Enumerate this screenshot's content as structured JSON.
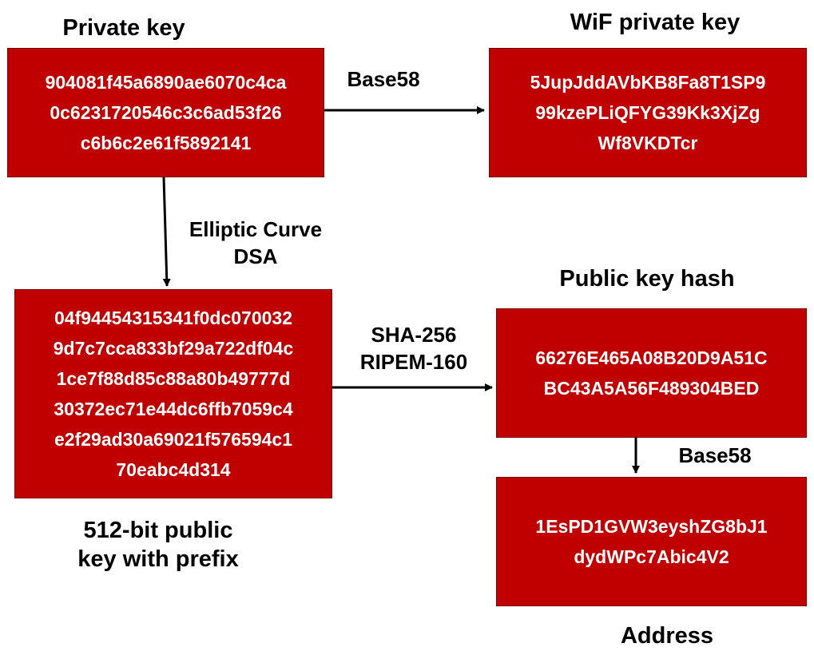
{
  "nodes": {
    "private_key": {
      "title": "Private key",
      "lines": [
        "904081f45a6890ae6070c4ca",
        "0c6231720546c3c6ad53f26",
        "c6b6c2e61f5892141"
      ]
    },
    "wif_private_key": {
      "title": "WiF private key",
      "lines": [
        "5JupJddAVbKB8Fa8T1SP9",
        "99kzePLiQFYG39Kk3XjZg",
        "Wf8VKDTcr"
      ]
    },
    "public_key": {
      "title_lines": [
        "512-bit public",
        "key with prefix"
      ],
      "lines": [
        "04f94454315341f0dc070032",
        "9d7c7cca833bf29a722df04c",
        "1ce7f88d85c88a80b49777d",
        "30372ec71e44dc6ffb7059c4",
        "e2f29ad30a69021f576594c1",
        "70eabc4d314"
      ]
    },
    "public_key_hash": {
      "title": "Public key hash",
      "lines": [
        "66276E465A08B20D9A51C",
        "BC43A5A56F489304BED"
      ]
    },
    "address": {
      "title": "Address",
      "lines": [
        "1EsPD1GVW3eyshZG8bJ1",
        "dydWPc7Abic4V2"
      ]
    }
  },
  "edges": {
    "private_to_wif": {
      "label": "Base58"
    },
    "private_to_public": {
      "label_lines": [
        "Elliptic Curve",
        "DSA"
      ]
    },
    "public_to_hash": {
      "label_lines": [
        "SHA-256",
        "RIPEM-160"
      ]
    },
    "hash_to_address": {
      "label": "Base58"
    }
  },
  "colors": {
    "box_fill": "#c00000",
    "box_text": "#ffffff",
    "arrow": "#000000"
  }
}
